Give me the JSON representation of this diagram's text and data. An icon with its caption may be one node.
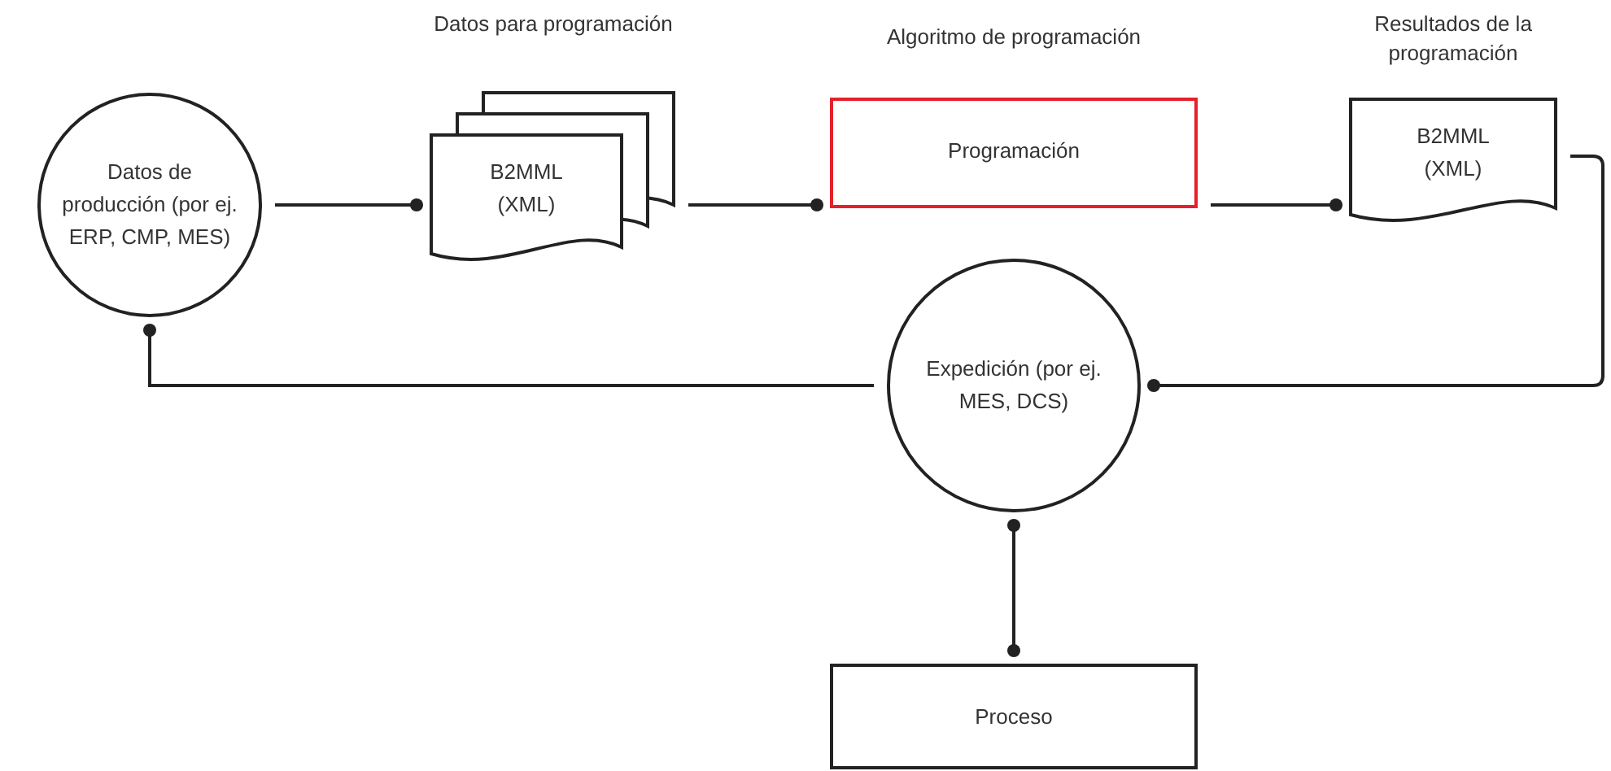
{
  "diagram": {
    "nodes": [
      {
        "text": [
          "Datos de producción (por ej. ERP, CMP, MES)"
        ]
      },
      {
        "text": [
          "Datos para programación",
          "B2MML (XML)"
        ]
      },
      {
        "text": [
          "Algoritmo de programación",
          "Programación"
        ]
      },
      {
        "text": [
          "Resultados de la programación",
          "B2MML (XML)"
        ]
      },
      {
        "text": [
          "Expedición (por ej. MES, DCS)"
        ]
      },
      {
        "text": [
          "Proceso"
        ]
      }
    ],
    "edges": [
      {
        "from": 0,
        "to": 1,
        "arrow": "other"
      },
      {
        "from": 1,
        "to": 2,
        "arrow": "other"
      },
      {
        "from": 2,
        "to": 3,
        "arrow": "other"
      },
      {
        "from": 3,
        "to": 4,
        "arrow": "other"
      },
      {
        "from": 4,
        "to": 0,
        "arrow": "other"
      },
      {
        "from": 4,
        "to": 5,
        "arrow": "other"
      }
    ]
  }
}
